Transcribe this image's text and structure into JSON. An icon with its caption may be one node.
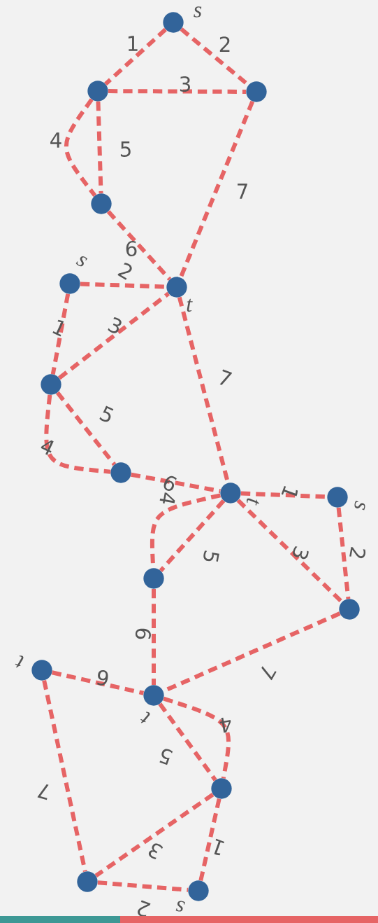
{
  "diagram": {
    "nodes": [
      {
        "text": [],
        "shape": "circle",
        "beside": [
          "*s*"
        ]
      },
      {
        "text": [],
        "shape": "circle"
      },
      {
        "text": [],
        "shape": "circle"
      },
      {
        "text": [],
        "shape": "circle"
      },
      {
        "text": [],
        "shape": "circle",
        "beside": [
          "*t*"
        ]
      },
      {
        "text": [],
        "shape": "circle",
        "beside": [
          "*s*"
        ]
      },
      {
        "text": [],
        "shape": "circle"
      },
      {
        "text": [],
        "shape": "circle"
      },
      {
        "text": [],
        "shape": "circle",
        "beside": [
          "*t*"
        ]
      },
      {
        "text": [],
        "shape": "circle",
        "beside": [
          "*s*"
        ]
      },
      {
        "text": [],
        "shape": "circle"
      },
      {
        "text": [],
        "shape": "circle"
      },
      {
        "text": [],
        "shape": "circle",
        "beside": [
          "*t*"
        ]
      },
      {
        "text": [],
        "shape": "circle",
        "beside": [
          "*t*"
        ]
      },
      {
        "text": [],
        "shape": "circle"
      },
      {
        "text": [],
        "shape": "circle"
      },
      {
        "text": [],
        "shape": "circle",
        "beside": [
          "*s*"
        ]
      }
    ],
    "edges": [
      {
        "from": 0,
        "to": 1,
        "arrow": "none",
        "label": "1"
      },
      {
        "from": 0,
        "to": 2,
        "arrow": "none",
        "label": "2"
      },
      {
        "from": 1,
        "to": 2,
        "arrow": "none",
        "label": "3"
      },
      {
        "from": 1,
        "to": 3,
        "arrow": "none",
        "label": "4"
      },
      {
        "from": 1,
        "to": 3,
        "arrow": "none",
        "label": "5"
      },
      {
        "from": 3,
        "to": 4,
        "arrow": "none",
        "label": "6"
      },
      {
        "from": 2,
        "to": 4,
        "arrow": "none",
        "label": "7"
      },
      {
        "from": 5,
        "to": 6,
        "arrow": "none",
        "label": "1"
      },
      {
        "from": 5,
        "to": 4,
        "arrow": "none",
        "label": "2"
      },
      {
        "from": 6,
        "to": 4,
        "arrow": "none",
        "label": "3"
      },
      {
        "from": 6,
        "to": 7,
        "arrow": "none",
        "label": "4"
      },
      {
        "from": 6,
        "to": 7,
        "arrow": "none",
        "label": "5"
      },
      {
        "from": 7,
        "to": 8,
        "arrow": "none",
        "label": "6"
      },
      {
        "from": 4,
        "to": 8,
        "arrow": "none",
        "label": "7"
      },
      {
        "from": 8,
        "to": 9,
        "arrow": "none",
        "label": "1"
      },
      {
        "from": 9,
        "to": 10,
        "arrow": "none",
        "label": "2"
      },
      {
        "from": 8,
        "to": 10,
        "arrow": "none",
        "label": "3"
      },
      {
        "from": 8,
        "to": 11,
        "arrow": "none",
        "label": "4"
      },
      {
        "from": 8,
        "to": 11,
        "arrow": "none",
        "label": "5"
      },
      {
        "from": 11,
        "to": 12,
        "arrow": "none",
        "label": "6"
      },
      {
        "from": 10,
        "to": 12,
        "arrow": "none",
        "label": "7"
      },
      {
        "from": 14,
        "to": 16,
        "arrow": "none",
        "label": "1"
      },
      {
        "from": 15,
        "to": 16,
        "arrow": "none",
        "label": "2"
      },
      {
        "from": 14,
        "to": 15,
        "arrow": "none",
        "label": "3"
      },
      {
        "from": 12,
        "to": 14,
        "arrow": "none",
        "label": "4"
      },
      {
        "from": 12,
        "to": 14,
        "arrow": "none",
        "label": "5"
      },
      {
        "from": 13,
        "to": 12,
        "arrow": "none",
        "label": "6"
      },
      {
        "from": 13,
        "to": 15,
        "arrow": "none",
        "label": "7"
      }
    ]
  }
}
